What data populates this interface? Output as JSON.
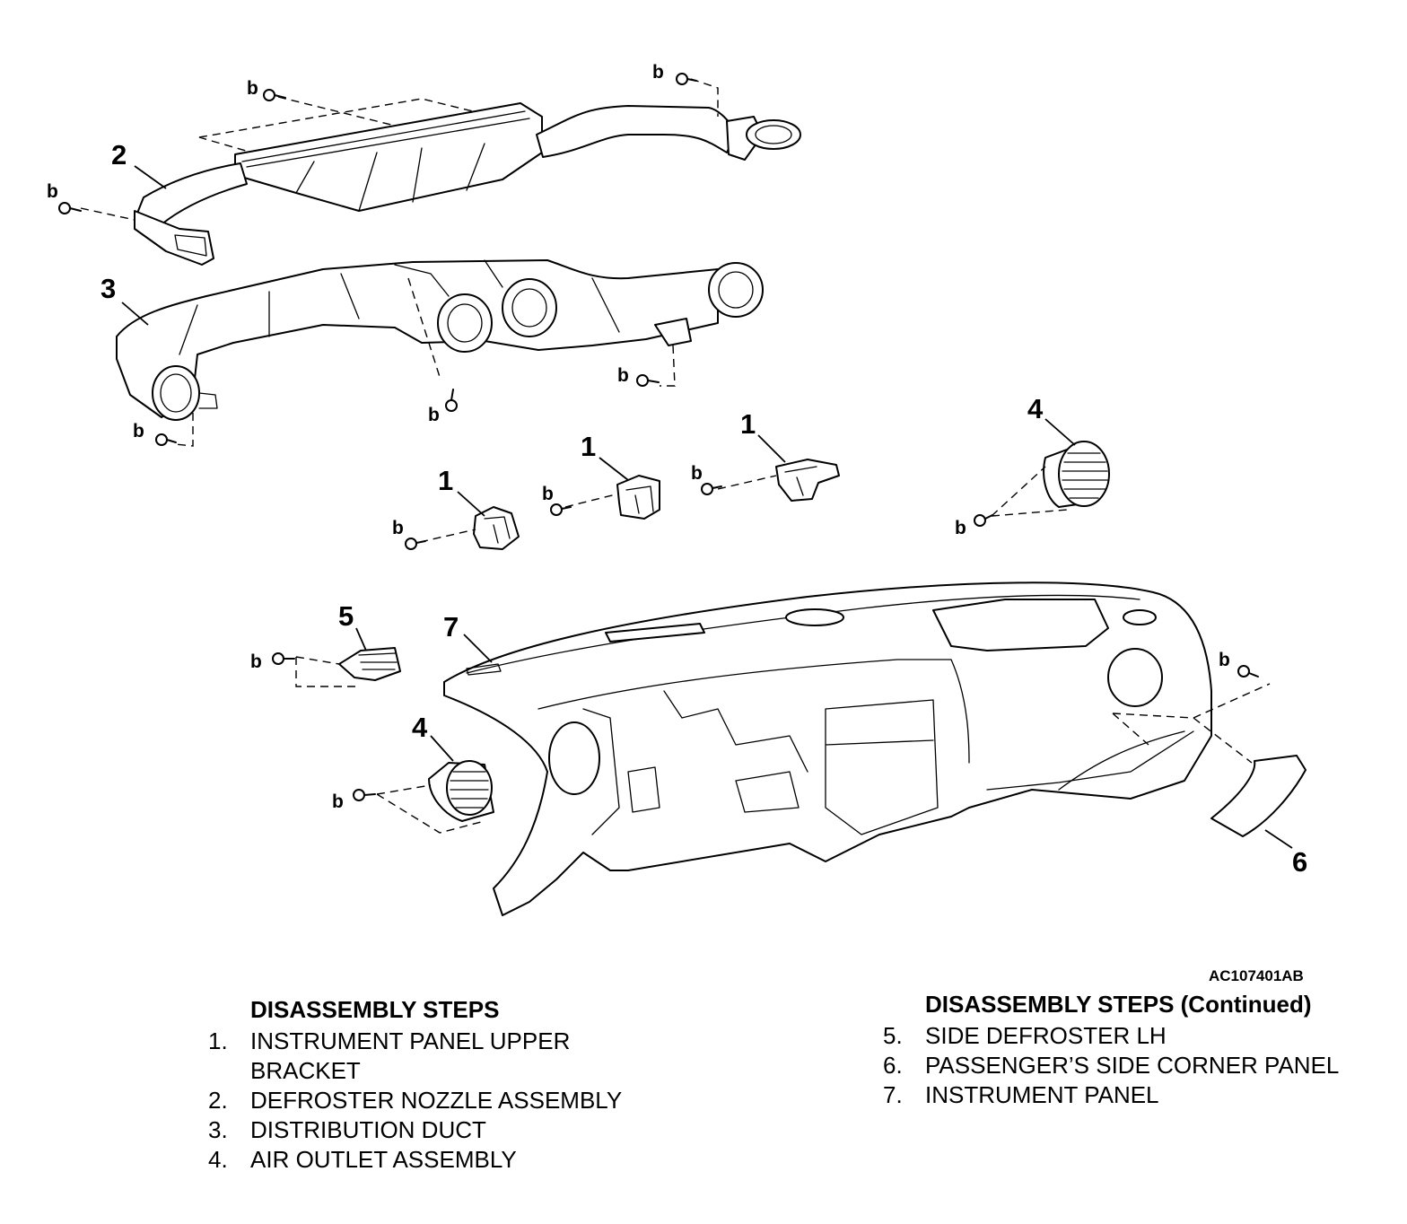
{
  "figure_code": "AC107401AB",
  "bolt_label": "b",
  "callouts": {
    "c1a": "1",
    "c1b": "1",
    "c1c": "1",
    "c2": "2",
    "c3": "3",
    "c4a": "4",
    "c4b": "4",
    "c5": "5",
    "c6": "6",
    "c7": "7"
  },
  "steps_left": {
    "heading": "DISASSEMBLY STEPS",
    "items": [
      {
        "num": "1.",
        "text": "INSTRUMENT PANEL UPPER BRACKET"
      },
      {
        "num": "2.",
        "text": "DEFROSTER NOZZLE ASSEMBLY"
      },
      {
        "num": "3.",
        "text": "DISTRIBUTION DUCT"
      },
      {
        "num": "4.",
        "text": "AIR OUTLET ASSEMBLY"
      }
    ]
  },
  "steps_right": {
    "heading": "DISASSEMBLY STEPS (Continued)",
    "items": [
      {
        "num": "5.",
        "text": "SIDE DEFROSTER LH"
      },
      {
        "num": "6.",
        "text": "PASSENGER’S SIDE CORNER PANEL"
      },
      {
        "num": "7.",
        "text": "INSTRUMENT PANEL"
      }
    ]
  }
}
